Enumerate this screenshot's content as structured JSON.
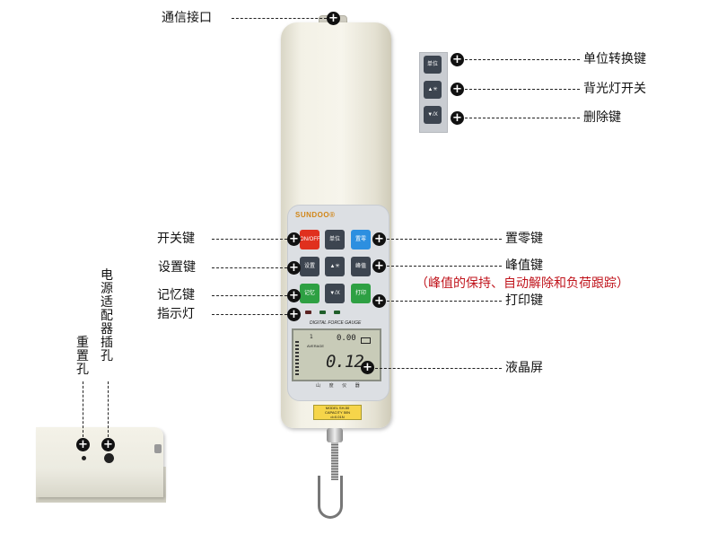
{
  "labels": {
    "port": "通信接口",
    "unit_key": "单位转换键",
    "backlight_key": "背光灯开关",
    "delete_key": "删除键",
    "power_key": "开关键",
    "zero_key": "置零键",
    "setting_key": "设置键",
    "peak_key": "峰值键",
    "peak_note": "（峰值的保持、自动解除和负荷跟踪）",
    "memory_key": "记忆键",
    "print_key": "打印键",
    "indicator": "指示灯",
    "lcd": "液晶屏",
    "reset_hole": "重置孔",
    "adapter_hole": "电源适配器插孔"
  },
  "device": {
    "brand": "SUNDOO®",
    "keys": {
      "power": "ON/OFF",
      "unit": "单位",
      "zero": "置零",
      "setting": "设置",
      "up": "▲✳",
      "peak": "峰值",
      "memory": "记忆",
      "down": "▼/X",
      "print": "打印"
    },
    "side_keys": {
      "unit": "单位",
      "up": "▲✳",
      "down": "▼/X"
    },
    "lcd_title": "DIGITAL FORCE GAUGE",
    "lcd_small": "0.00",
    "lcd_big": "0.12",
    "lcd_avg": "AVERAGE",
    "lcd_one": "1",
    "maker": "山 度 仪 器",
    "model_line1": "MODEL SH-50",
    "model_line2": "CAPACITY 50N",
    "model_line3": "d=0.01N"
  }
}
